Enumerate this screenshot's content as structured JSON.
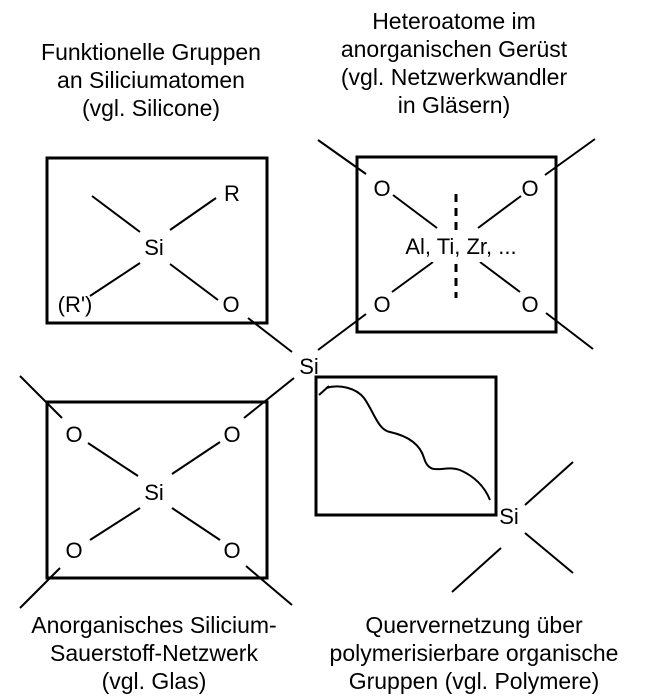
{
  "captions": {
    "top_left": [
      "Funktionelle Gruppen",
      "an Siliciumatomen",
      "(vgl. Silicone)"
    ],
    "top_right": [
      "Heteroatome im",
      "anorganischen Gerüst",
      "(vgl. Netzwerkwandler",
      "in Gläsern)"
    ],
    "bottom_left": [
      "Anorganisches Silicium-",
      "Sauerstoff-Netzwerk",
      "(vgl. Glas)"
    ],
    "bottom_right": [
      "Quervernetzung über",
      "polymerisierbare organische",
      "Gruppen (vgl. Polymere)"
    ]
  },
  "atoms": {
    "tl_si": "Si",
    "tl_r": "R",
    "tl_rprime": "(R')",
    "tl_o": "O",
    "tr_o1": "O",
    "tr_o2": "O",
    "tr_o3": "O",
    "tr_o4": "O",
    "tr_hetero": "Al, Ti, Zr, ...",
    "center_si": "Si",
    "bl_o1": "O",
    "bl_o2": "O",
    "bl_si": "Si",
    "bl_o3": "O",
    "bl_o4": "O",
    "br_si": "Si"
  },
  "colors": {
    "ink": "#000000",
    "background": "#ffffff"
  }
}
